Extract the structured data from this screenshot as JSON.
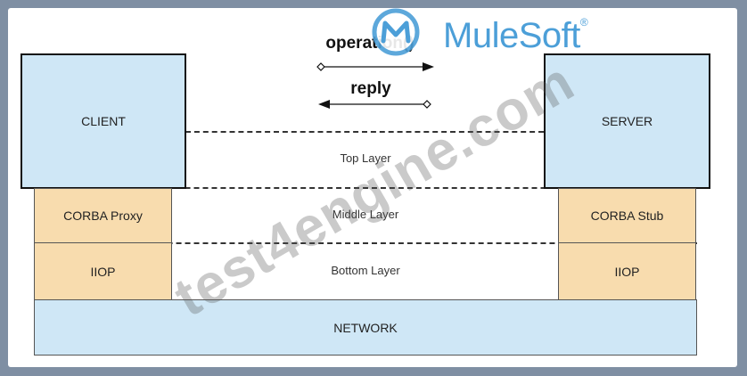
{
  "client": {
    "label": "CLIENT"
  },
  "server": {
    "label": "SERVER"
  },
  "client_proxy": {
    "label": "CORBA Proxy"
  },
  "server_stub": {
    "label": "CORBA Stub"
  },
  "client_iiop": {
    "label": "IIOP"
  },
  "server_iiop": {
    "label": "IIOP"
  },
  "network": {
    "label": "NETWORK"
  },
  "layers": {
    "top": "Top Layer",
    "middle": "Middle Layer",
    "bottom": "Bottom Layer"
  },
  "messages": {
    "request": "operation()",
    "response": "reply"
  },
  "logo": {
    "text": "MuleSoft",
    "mark": "®"
  },
  "watermark": "test4engine.com",
  "colors": {
    "box_blue": "#cfe7f6",
    "box_tan": "#f8dcae",
    "logo_blue": "#4c9fd8",
    "page_bg": "#7f8fa3"
  }
}
